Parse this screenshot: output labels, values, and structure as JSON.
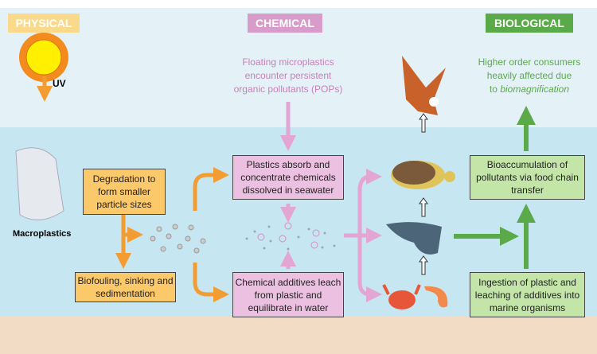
{
  "headers": {
    "physical": "PHYSICAL",
    "chemical": "CHEMICAL",
    "biological": "BIOLOGICAL"
  },
  "labels": {
    "uv": "UV",
    "macroplastics": "Macroplastics"
  },
  "notes": {
    "chemical_top": [
      "Floating microplastics",
      "encounter persistent",
      "organic pollutants (POPs)"
    ],
    "biological_top": [
      "Higher order consumers",
      "heavily affected due",
      "to ",
      "biomagnification"
    ]
  },
  "boxes": {
    "degradation": "Degradation to form smaller particle sizes",
    "biofouling": "Biofouling, sinking and sedimentation",
    "absorb": "Plastics absorb and concentrate chemicals dissolved in seawater",
    "leach": "Chemical additives leach from plastic and equilibrate in water",
    "bioaccumulation": "Bioaccumulation of pollutants via food chain transfer",
    "ingestion": "Ingestion of plastic and leaching of additives into marine organisms"
  },
  "colors": {
    "physical": "#fbd98a",
    "chemical": "#d89ccb",
    "biological": "#5aaa4a",
    "orange_arrow": "#f39c32",
    "pink_arrow": "#e3a6d4",
    "green_arrow": "#5aaa4a"
  }
}
